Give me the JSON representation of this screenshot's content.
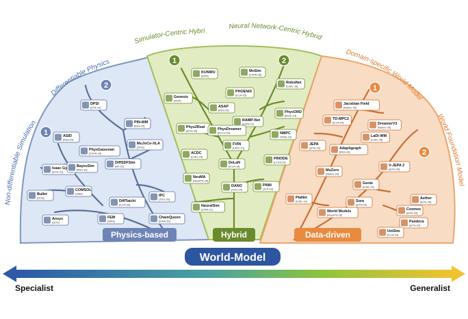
{
  "colors": {
    "physics_fill": "#dde7f5",
    "physics_stroke": "#7f96bf",
    "hybrid_fill": "#e2ecc2",
    "hybrid_stroke": "#a3bd5a",
    "data_fill": "#f9dcc4",
    "data_stroke": "#eba56b",
    "physics_label_bg": "#6e84b6",
    "hybrid_label_bg": "#6a8b2d",
    "data_label_bg": "#e88a40",
    "world_model_bg": "#2e55a0",
    "arrow_left": "#2d5aa8",
    "arrow_right": "#f1c232"
  },
  "arc_labels": {
    "non_diff": "Non-differentiable Simulation",
    "diff": "Differentiable Physics",
    "sim_centric": "Simulator-Centric Hybrid",
    "nn_centric": "Neural Network-Centric Hybrid",
    "domain_specific": "Domain-specific World Model",
    "foundation": "World Foundation Model"
  },
  "categories": {
    "physics": "Physics-based",
    "hybrid": "Hybrid",
    "data": "Data-driven"
  },
  "center": "World-Model",
  "axis": {
    "left": "Specialist",
    "right": "Generalist"
  },
  "badges": [
    "1",
    "2",
    "1",
    "2",
    "1",
    "2"
  ],
  "physics_nodes": [
    {
      "name": "DPSI",
      "venue": "[ZTR-23]"
    },
    {
      "name": "ASID",
      "venue": "[RSS-24]"
    },
    {
      "name": "PIN-WM",
      "venue": "[RSS-25]"
    },
    {
      "name": "PhysGaussian",
      "venue": "[CVPR-24]"
    },
    {
      "name": "MuJoCo-XLA",
      "venue": "[2023]"
    },
    {
      "name": "Isaac Gym",
      "venue": "[arXiv-21]"
    },
    {
      "name": "BayesSim",
      "venue": "[RSS-19]"
    },
    {
      "name": "DiffSDFSim",
      "venue": "[NV-23]"
    },
    {
      "name": "Bullet",
      "venue": "[2016]"
    },
    {
      "name": "COMSOL",
      "venue": "[1986]"
    },
    {
      "name": "DiffTaichi",
      "venue": "[ICLR-20]"
    },
    {
      "name": "IPC",
      "venue": "[TOG-20]"
    },
    {
      "name": "Ansys",
      "venue": "[1970]"
    },
    {
      "name": "FEM",
      "venue": "[1943]"
    },
    {
      "name": "ChainQueen",
      "venue": "[ICRA-19]"
    }
  ],
  "hybrid_nodes": [
    {
      "name": "KUNWU",
      "venue": "[2025]"
    },
    {
      "name": "MoSim",
      "venue": "[CVPR-25]"
    },
    {
      "name": "RoboNet",
      "venue": "[CoRL-19]"
    },
    {
      "name": "PHOENIX",
      "venue": "[ICLR-23]"
    },
    {
      "name": "Genesis",
      "venue": "[2024]"
    },
    {
      "name": "ASAP",
      "venue": "[RSS-25]"
    },
    {
      "name": "PhysORD",
      "venue": "[IROS-24]"
    },
    {
      "name": "RAMP-Net",
      "venue": "[ICRA-23]"
    },
    {
      "name": "Phys2Real",
      "venue": "[arXiv-25]"
    },
    {
      "name": "PhysDreamer",
      "venue": "[ECCV-24]"
    },
    {
      "name": "NMPC",
      "venue": "[TASE-22]"
    },
    {
      "name": "FVIN",
      "venue": "[L4DC-21]"
    },
    {
      "name": "ACDC",
      "venue": "[CoRL-24]"
    },
    {
      "name": "DeLaN",
      "venue": "[ICLR-19]"
    },
    {
      "name": "PINODE",
      "venue": "[LCSS-22]"
    },
    {
      "name": "NeuMA",
      "venue": "[NeurIPS-24]"
    },
    {
      "name": "DANO",
      "venue": "[TOG-24]"
    },
    {
      "name": "PINN",
      "venue": "[JCP-19]"
    },
    {
      "name": "NeuralSim",
      "venue": "[ICRA-21]"
    }
  ],
  "data_nodes": [
    {
      "name": "Jacobian Field",
      "venue": "[Nature-25]"
    },
    {
      "name": "TD-MPC2",
      "venue": "[ICLR-24]"
    },
    {
      "name": "DreamerV3",
      "venue": "[Nature-25]"
    },
    {
      "name": "LaDi-WM",
      "venue": "[CoRL-25]"
    },
    {
      "name": "JEPA",
      "venue": "[arXiv-22]"
    },
    {
      "name": "Adaptigraph",
      "venue": "[RSS-24]"
    },
    {
      "name": "V-JEPA 2",
      "venue": "[arXiv-25]"
    },
    {
      "name": "MuZero",
      "venue": "[Nature-20]"
    },
    {
      "name": "Genie",
      "venue": "[ICML-24]"
    },
    {
      "name": "PlaNet",
      "venue": "[ICML-19]"
    },
    {
      "name": "Sora",
      "venue": "[arXiv-24]"
    },
    {
      "name": "Aether",
      "venue": "[arXiv-25]"
    },
    {
      "name": "World Models",
      "venue": "[NeurIPS-18]"
    },
    {
      "name": "Cosmos",
      "venue": "[arXiv-25]"
    },
    {
      "name": "Pandora",
      "venue": "[arXiv-24]"
    },
    {
      "name": "UniSim",
      "venue": "[ICLR-24]"
    }
  ]
}
